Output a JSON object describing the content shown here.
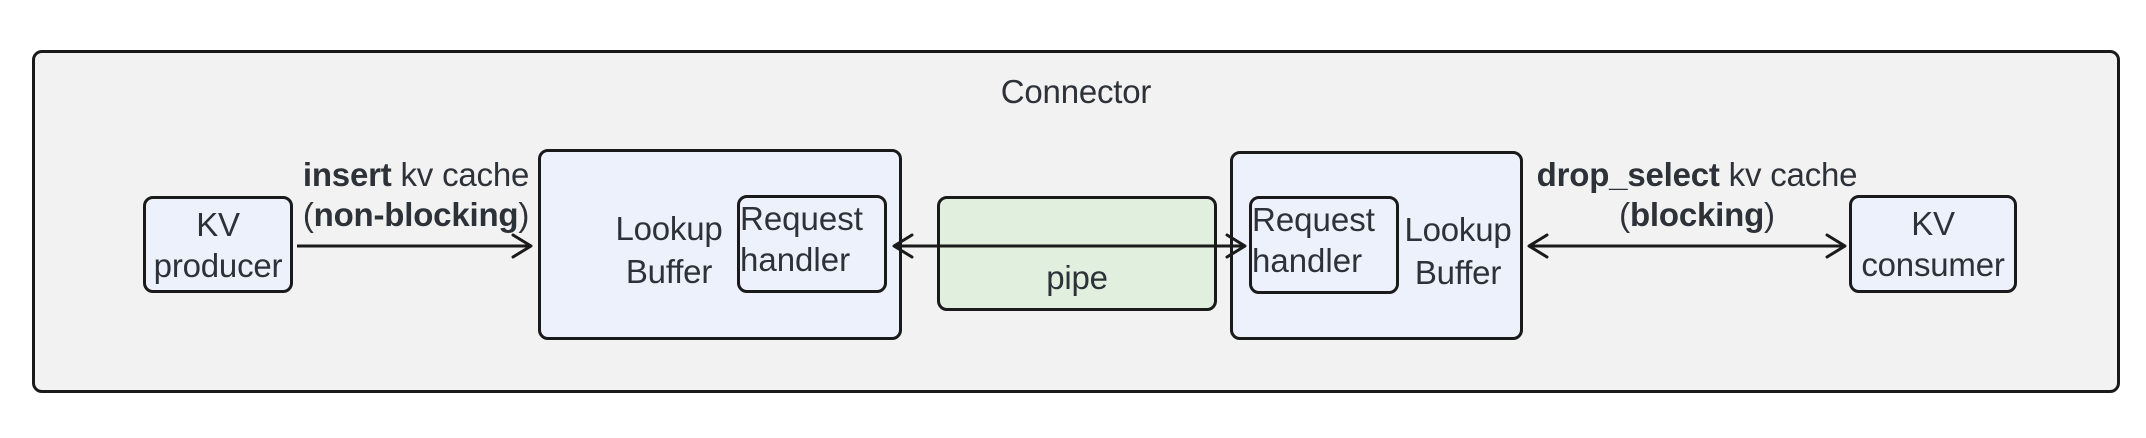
{
  "colors": {
    "canvas_bg": "#ffffff",
    "container_bg": "#f2f2f2",
    "node_fill": "#edf1fb",
    "pipe_fill": "#e1efdf",
    "stroke": "#1a1a1a",
    "text": "#2d3138"
  },
  "connector": {
    "title": "Connector"
  },
  "nodes": {
    "kv_producer": {
      "line1": "KV",
      "line2": "producer"
    },
    "lookup_buffer_left": {
      "line1": "Lookup",
      "line2": "Buffer"
    },
    "request_handler_left": {
      "line1": "Request",
      "line2": "handler"
    },
    "pipe": {
      "label": "pipe"
    },
    "request_handler_right": {
      "line1": "Request",
      "line2": "handler"
    },
    "lookup_buffer_right": {
      "line1": "Lookup",
      "line2": "Buffer"
    },
    "kv_consumer": {
      "line1": "KV",
      "line2": "consumer"
    }
  },
  "edges": {
    "insert": {
      "bold": "insert",
      "rest": " kv cache",
      "paren_open": "(",
      "paren_bold": "non-blocking",
      "paren_close": ")"
    },
    "drop_select": {
      "bold": "drop_select",
      "rest": " kv cache",
      "paren_open": "(",
      "paren_bold": "blocking",
      "paren_close": ")"
    }
  }
}
